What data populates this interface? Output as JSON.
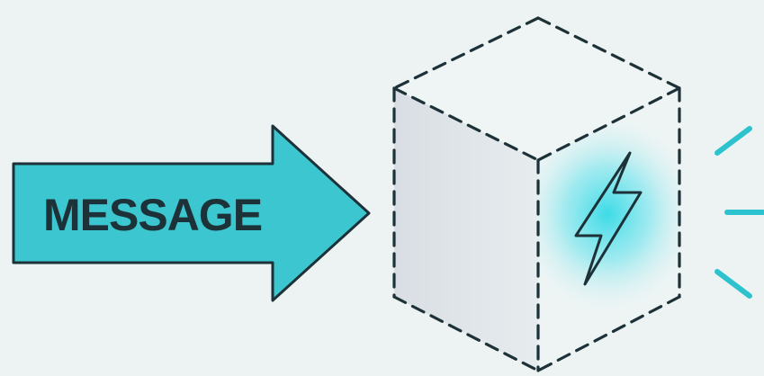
{
  "arrow": {
    "label": "MESSAGE",
    "fill_color": "#3cc6d0",
    "stroke_color": "#1d3238"
  },
  "container": {
    "style": "dashed-outline-cube",
    "stroke_color": "#1d3238",
    "left_face_color": "#dde3e7",
    "right_face_color": "#eef4f4"
  },
  "icon": {
    "name": "lightning-bolt-icon",
    "glow_color": "#33d9e6"
  },
  "emission_lines": {
    "color": "#2cc3cf",
    "count": 3
  }
}
